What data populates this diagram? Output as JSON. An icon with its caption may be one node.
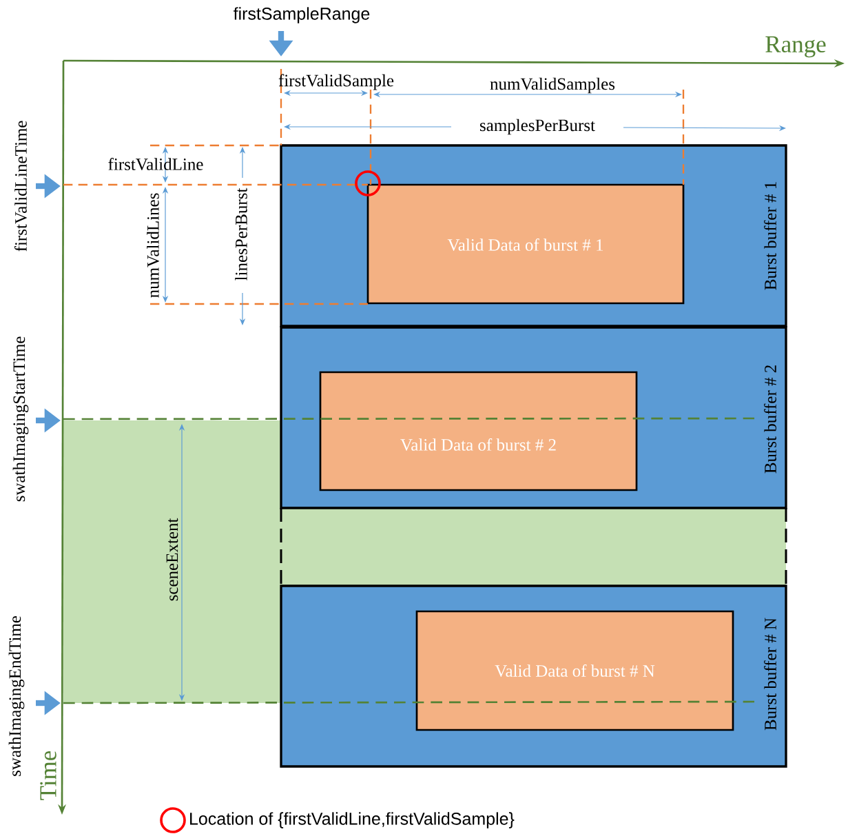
{
  "diagram": {
    "nodes": [
      {
        "text": [
          "Burst buffer # 1"
        ]
      },
      {
        "text": [
          "Valid Data of burst # 1"
        ],
        "in": 0
      },
      {
        "text": [
          "Burst buffer # 2"
        ]
      },
      {
        "text": [
          "Valid Data of burst # 2"
        ],
        "in": 2
      },
      {
        "text": [
          "Burst buffer # N"
        ]
      },
      {
        "text": [
          "Valid Data of burst # N"
        ],
        "in": 4
      }
    ],
    "labels": [
      "firstSampleRange",
      "Range",
      "firstValidSample",
      "numValidSamples",
      "samplesPerBurst",
      "firstValidLine",
      "firstValidLineTime",
      "numValidLines",
      "linesPerBurst",
      "swathImagingStartTime",
      "sceneExtent",
      "swathImagingEndTime",
      "Time"
    ],
    "legend": [
      {
        "text": "Location of {firstValidLine,firstValidSample}"
      }
    ]
  }
}
